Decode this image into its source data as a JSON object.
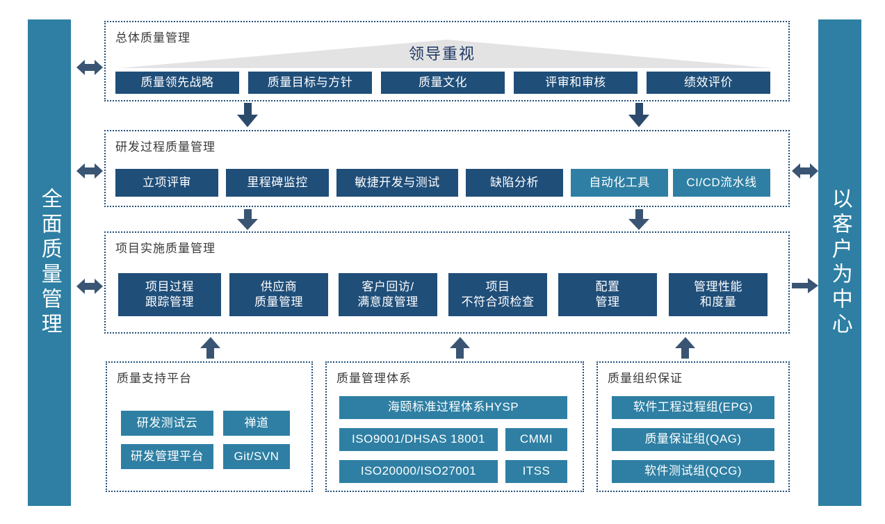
{
  "colors": {
    "navy": "#1F4E79",
    "teal": "#2E7FA3",
    "slate": "#3A5573",
    "triangle_gray": "#E3E3E3",
    "leader_text": "#1F3864",
    "frame_border": "#1F4E79",
    "title_text": "#3B3B3B",
    "background": "#FFFFFF"
  },
  "pillars": {
    "left": {
      "label": "全面质量管理"
    },
    "right": {
      "label": "以客户为中心"
    }
  },
  "sections": {
    "overall": {
      "title": "总体质量管理",
      "banner": {
        "label": "领导重视"
      },
      "items": [
        {
          "label": "质量领先战略",
          "style": "navy"
        },
        {
          "label": "质量目标与方针",
          "style": "navy"
        },
        {
          "label": "质量文化",
          "style": "navy"
        },
        {
          "label": "评审和审核",
          "style": "navy"
        },
        {
          "label": "绩效评价",
          "style": "navy"
        }
      ]
    },
    "rnd_process": {
      "title": "研发过程质量管理",
      "items": [
        {
          "label": "立项评审",
          "style": "navy"
        },
        {
          "label": "里程碑监控",
          "style": "navy"
        },
        {
          "label": "敏捷开发与测试",
          "style": "navy"
        },
        {
          "label": "缺陷分析",
          "style": "navy"
        },
        {
          "label": "自动化工具",
          "style": "teal"
        },
        {
          "label": "CI/CD流水线",
          "style": "teal"
        }
      ]
    },
    "project_exec": {
      "title": "项目实施质量管理",
      "items": [
        {
          "line1": "项目过程",
          "line2": "跟踪管理",
          "style": "navy"
        },
        {
          "line1": "供应商",
          "line2": "质量管理",
          "style": "navy"
        },
        {
          "line1": "客户回访/",
          "line2": "满意度管理",
          "style": "navy"
        },
        {
          "line1": "项目",
          "line2": "不符合项检查",
          "style": "navy"
        },
        {
          "line1": "配置",
          "line2": "管理",
          "style": "navy"
        },
        {
          "line1": "管理性能",
          "line2": "和度量",
          "style": "navy"
        }
      ]
    },
    "support_platform": {
      "title": "质量支持平台",
      "items": [
        {
          "label": "研发测试云",
          "style": "teal"
        },
        {
          "label": "禅道",
          "style": "teal"
        },
        {
          "label": "研发管理平台",
          "style": "teal"
        },
        {
          "label": "Git/SVN",
          "style": "teal"
        }
      ]
    },
    "management_system": {
      "title": "质量管理体系",
      "items": [
        {
          "label": "海颐标准过程体系HYSP",
          "style": "teal"
        },
        {
          "label": "ISO9001/DHSAS 18001",
          "style": "teal"
        },
        {
          "label": "CMMI",
          "style": "teal"
        },
        {
          "label": "ISO20000/ISO27001",
          "style": "teal"
        },
        {
          "label": "ITSS",
          "style": "teal"
        }
      ]
    },
    "org_assurance": {
      "title": "质量组织保证",
      "items": [
        {
          "label": "软件工程过程组(EPG)",
          "style": "teal"
        },
        {
          "label": "质量保证组(QAG)",
          "style": "teal"
        },
        {
          "label": "软件测试组(QCG)",
          "style": "teal"
        }
      ]
    }
  },
  "connectors": [
    {
      "name": "left-link-overall",
      "kind": "double-horizontal"
    },
    {
      "name": "left-link-rnd",
      "kind": "double-horizontal"
    },
    {
      "name": "left-link-project",
      "kind": "double-horizontal"
    },
    {
      "name": "right-link-rnd",
      "kind": "double-horizontal"
    },
    {
      "name": "right-link-project",
      "kind": "single-right"
    },
    {
      "name": "overall-to-rnd-left",
      "kind": "down"
    },
    {
      "name": "overall-to-rnd-right",
      "kind": "down"
    },
    {
      "name": "rnd-to-project-left",
      "kind": "down"
    },
    {
      "name": "rnd-to-project-right",
      "kind": "down"
    },
    {
      "name": "support-to-project",
      "kind": "up"
    },
    {
      "name": "system-to-project",
      "kind": "up"
    },
    {
      "name": "org-to-project",
      "kind": "up"
    }
  ]
}
